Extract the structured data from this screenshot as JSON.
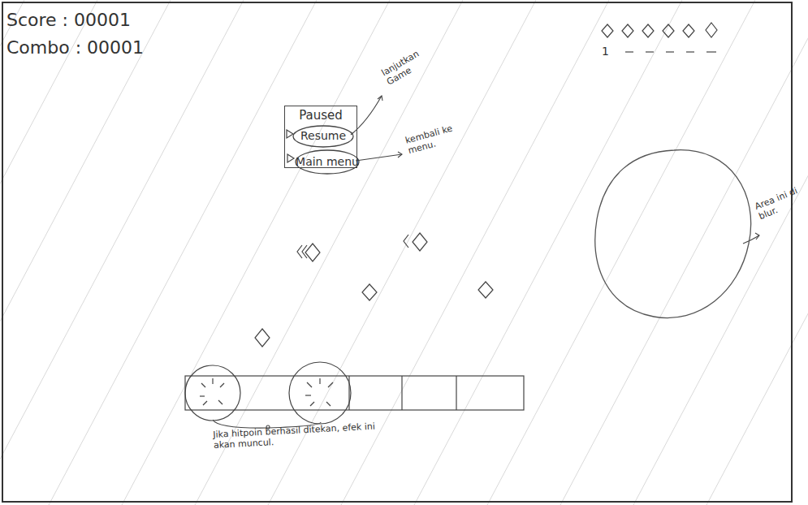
{
  "diagram": {
    "nodes": [
      {
        "text": [
          "Paused"
        ]
      },
      {
        "text": [
          "Resume"
        ],
        "in": 0
      },
      {
        "text": [
          "Main menu"
        ],
        "in": 0
      }
    ],
    "labels": [
      "Score : 00001",
      "Combo : 00001",
      "1",
      "lanjutkan Game",
      "kembali ke menu.",
      "Area ini di blur.",
      "Jika hitpoin berhasil ditekan, efek ini akan muncul."
    ]
  }
}
